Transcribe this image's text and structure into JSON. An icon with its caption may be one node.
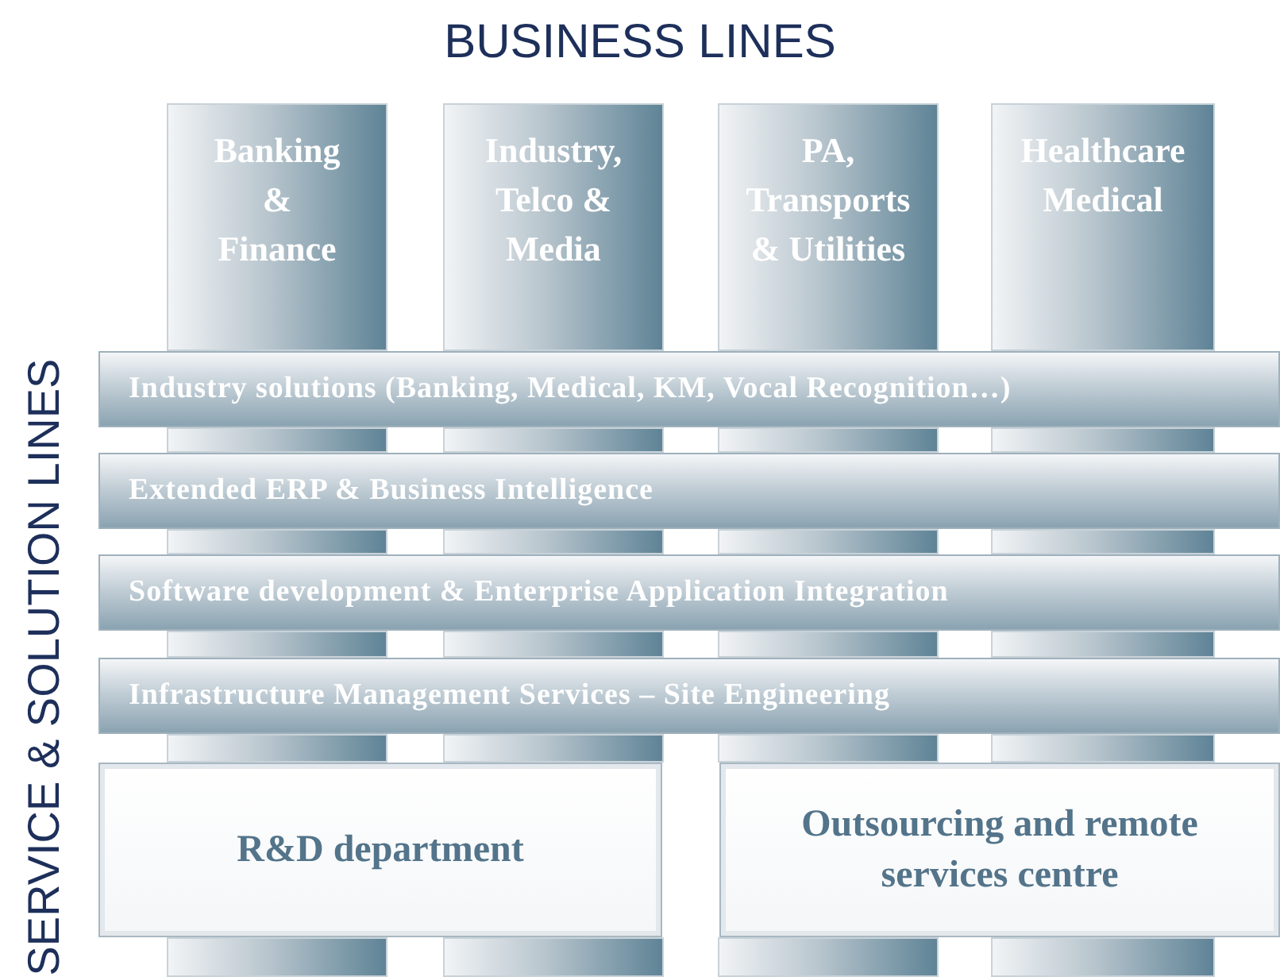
{
  "diagram": {
    "title": "BUSINESS LINES",
    "nodes": [
      {
        "text": [
          "Banking & Finance"
        ]
      },
      {
        "text": [
          "Industry, Telco & Media"
        ]
      },
      {
        "text": [
          "PA, Transports & Utilities"
        ]
      },
      {
        "text": [
          "Healthcare Medical"
        ]
      },
      {
        "text": [
          "Industry solutions (Banking, Medical, KM, Vocal Recognition…)"
        ]
      },
      {
        "text": [
          "Extended ERP & Business Intelligence"
        ]
      },
      {
        "text": [
          "Software development & Enterprise Application Integration"
        ]
      },
      {
        "text": [
          "Infrastructure Management Services – Site Engineering"
        ]
      },
      {
        "text": [
          "R&D department"
        ]
      },
      {
        "text": [
          "Outsourcing and remote services centre"
        ]
      }
    ],
    "edges": [],
    "labels": [
      "SERVICE & SOLUTION LINES"
    ]
  }
}
